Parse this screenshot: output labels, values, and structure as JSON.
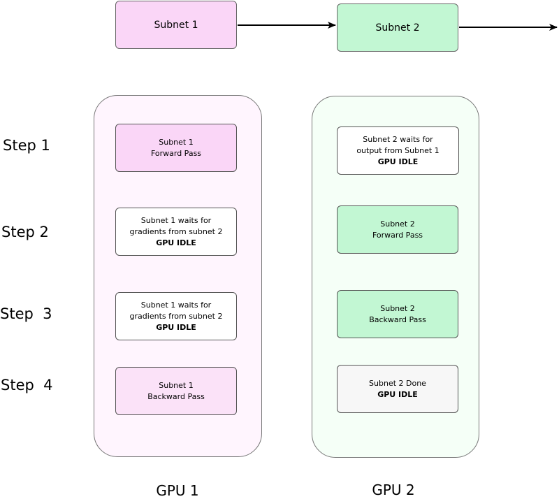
{
  "header": {
    "subnet1_label": "Subnet 1",
    "subnet2_label": "Subnet 2"
  },
  "steps": [
    "Step 1",
    "Step 2",
    "Step  3",
    "Step  4"
  ],
  "gpu1": {
    "label": "GPU 1",
    "cells": [
      {
        "line1": "Subnet 1",
        "line2": "Forward Pass",
        "line3": ""
      },
      {
        "line1": "Subnet 1 waits for",
        "line2": "gradients from subnet 2",
        "line3": "GPU IDLE"
      },
      {
        "line1": "Subnet 1 waits for",
        "line2": "gradients from subnet 2",
        "line3": "GPU IDLE"
      },
      {
        "line1": "Subnet 1",
        "line2": "Backward Pass",
        "line3": ""
      }
    ]
  },
  "gpu2": {
    "label": "GPU 2",
    "cells": [
      {
        "line1": "Subnet 2 waits for",
        "line2": "output from  Subnet 1",
        "line3": "GPU IDLE"
      },
      {
        "line1": "Subnet 2",
        "line2": "Forward Pass",
        "line3": ""
      },
      {
        "line1": "Subnet 2",
        "line2": "Backward Pass",
        "line3": ""
      },
      {
        "line1": "Subnet 2 Done",
        "line2": "GPU IDLE",
        "line3": ""
      }
    ]
  },
  "colors": {
    "subnet1_fill": "#fad6f7",
    "subnet2_fill": "#c2f7d3",
    "gpu1_column_fill": "#fff5fe",
    "gpu2_column_fill": "#f5fff7"
  }
}
